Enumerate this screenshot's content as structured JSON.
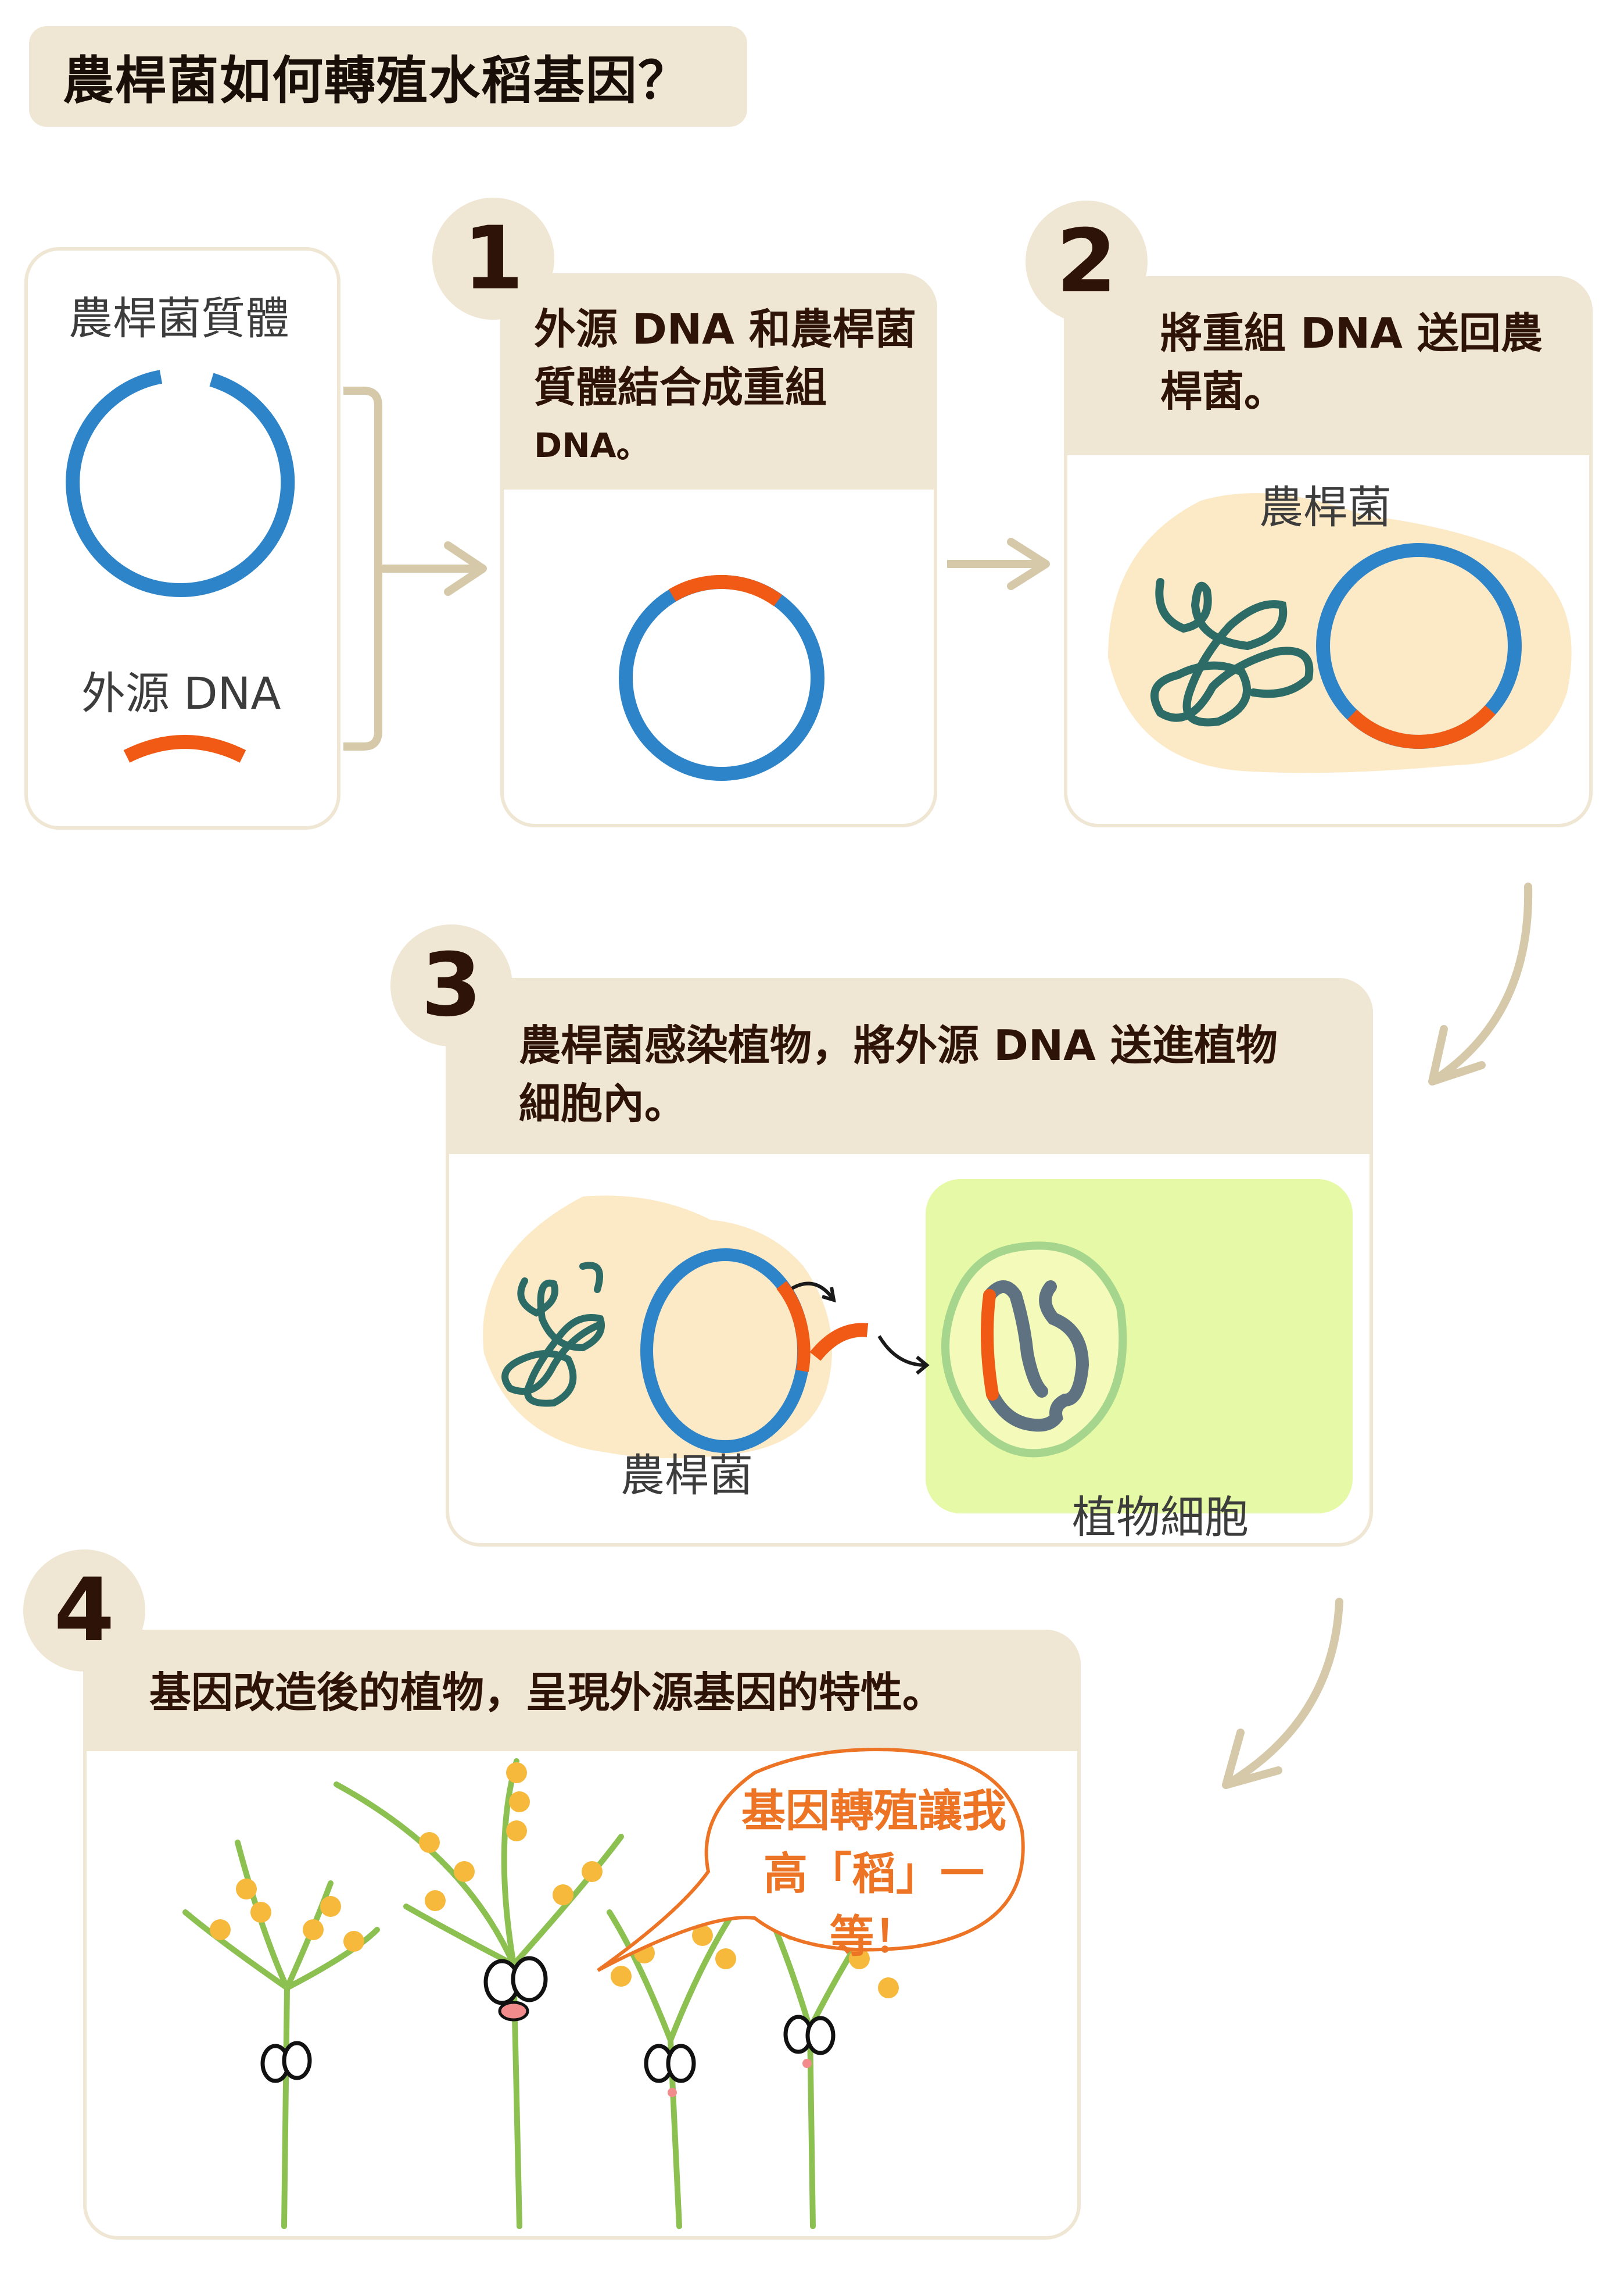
{
  "title": "農桿菌如何轉殖水稻基因？",
  "inputs_card": {
    "plasmid_label": "農桿菌質體",
    "foreign_dna_label": "外源 DNA"
  },
  "steps": [
    {
      "number": "1",
      "text": "外源 DNA 和農桿菌質體結合成重組 DNA。",
      "line1": "外源 DNA 和農桿菌",
      "line2": "質體結合成重組",
      "line3": "DNA。"
    },
    {
      "number": "2",
      "text": "將重組 DNA 送回農桿菌。",
      "line1": "將重組 DNA 送回農",
      "line2": "桿菌。",
      "bacterium_label": "農桿菌"
    },
    {
      "number": "3",
      "text": "農桿菌感染植物，將外源 DNA 送進植物細胞內。",
      "line1": "農桿菌感染植物，將外源 DNA 送進植物",
      "line2": "細胞內。",
      "bacterium_label": "農桿菌",
      "plant_cell_label": "植物細胞"
    },
    {
      "number": "4",
      "text": "基因改造後的植物，呈現外源基因的特性。",
      "speech_line1": "基因轉殖讓我",
      "speech_line2": "高「稻」一等！"
    }
  ],
  "colors": {
    "plasmid_blue": "#2e84c9",
    "foreign_dna_orange": "#f05a14",
    "header_beige": "#efe6d3",
    "bacterium_fill": "#fce9c6",
    "plant_cell_bg": "#e6f9a6",
    "nucleus_ring": "#a6d68e",
    "chromosome_teal": "#2c6b66",
    "plant_dna_gray": "#5e7282",
    "arrow_tan": "#d6c9aa",
    "speech_orange": "#ec7424"
  }
}
